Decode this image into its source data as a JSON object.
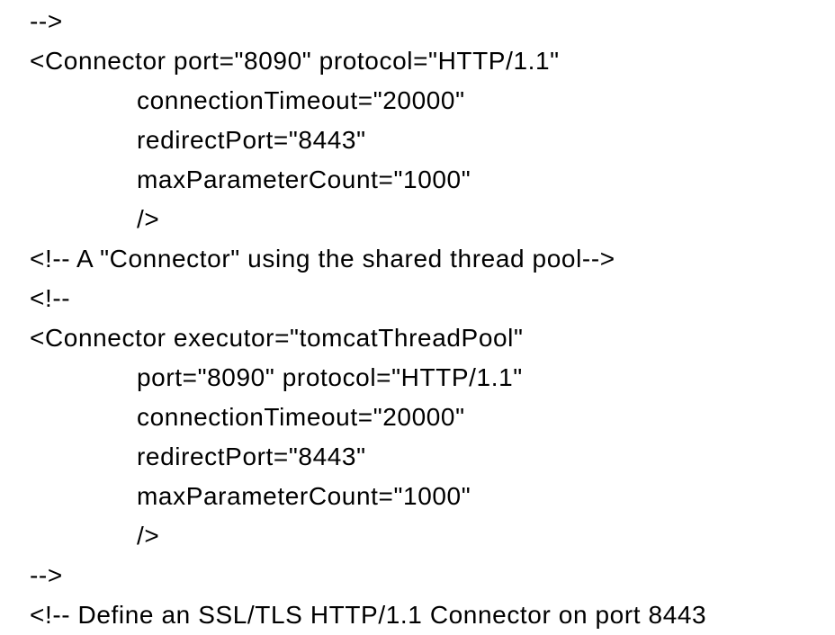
{
  "document": {
    "kind": "plain-text file view",
    "content_description": "Apache Tomcat server.xml connector configuration excerpt",
    "background_color": "#ffffff",
    "text_color": "#000000",
    "code": {
      "lines": [
        {
          "text": "-->",
          "indent": 0
        },
        {
          "text": "<Connector port=\"8090\" protocol=\"HTTP/1.1\"",
          "indent": 0
        },
        {
          "text": "connectionTimeout=\"20000\"",
          "indent": 1
        },
        {
          "text": "redirectPort=\"8443\"",
          "indent": 1
        },
        {
          "text": "maxParameterCount=\"1000\"",
          "indent": 1
        },
        {
          "text": "/>",
          "indent": 1
        },
        {
          "text": "<!-- A \"Connector\" using the shared thread pool-->",
          "indent": 0
        },
        {
          "text": "<!--",
          "indent": 0
        },
        {
          "text": "<Connector executor=\"tomcatThreadPool\"",
          "indent": 0
        },
        {
          "text": "port=\"8090\" protocol=\"HTTP/1.1\"",
          "indent": 1
        },
        {
          "text": "connectionTimeout=\"20000\"",
          "indent": 1
        },
        {
          "text": "redirectPort=\"8443\"",
          "indent": 1
        },
        {
          "text": "maxParameterCount=\"1000\"",
          "indent": 1
        },
        {
          "text": "/>",
          "indent": 1
        },
        {
          "text": "-->",
          "indent": 0
        },
        {
          "text": "<!-- Define an SSL/TLS HTTP/1.1 Connector on port 8443",
          "indent": 0,
          "clipped_at_bottom": true
        }
      ]
    }
  }
}
